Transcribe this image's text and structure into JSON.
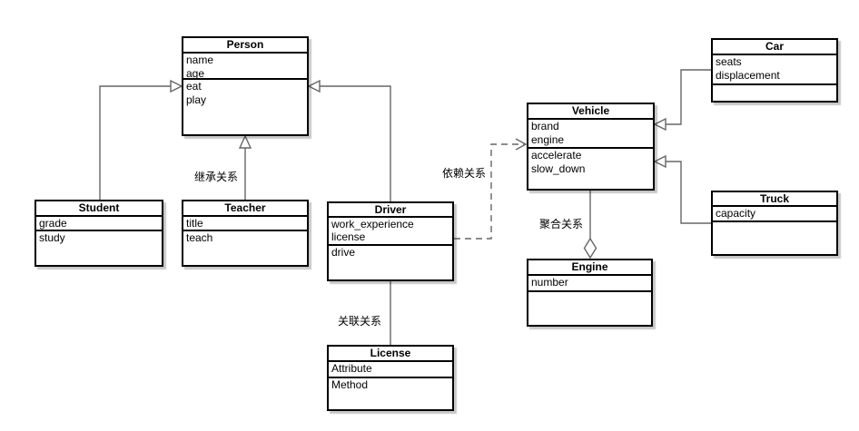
{
  "diagram_type": "uml-class-diagram",
  "classes": {
    "person": {
      "name": "Person",
      "attrs": [
        "name",
        "age"
      ],
      "methods": [
        "eat",
        "play"
      ]
    },
    "student": {
      "name": "Student",
      "attrs": [
        "grade"
      ],
      "methods": [
        "study"
      ]
    },
    "teacher": {
      "name": "Teacher",
      "attrs": [
        "title"
      ],
      "methods": [
        "teach"
      ]
    },
    "driver": {
      "name": "Driver",
      "attrs": [
        "work_experience",
        "license"
      ],
      "methods": [
        "drive"
      ]
    },
    "license": {
      "name": "License",
      "attrs": [
        "Attribute"
      ],
      "methods": [
        "Method"
      ]
    },
    "vehicle": {
      "name": "Vehicle",
      "attrs": [
        "brand",
        "engine"
      ],
      "methods": [
        "accelerate",
        "slow_down"
      ]
    },
    "engine": {
      "name": "Engine",
      "attrs": [
        "number"
      ],
      "methods": []
    },
    "car": {
      "name": "Car",
      "attrs": [
        "seats",
        "displacement"
      ],
      "methods": []
    },
    "truck": {
      "name": "Truck",
      "attrs": [
        "capacity"
      ],
      "methods": []
    }
  },
  "relationship_labels": {
    "inheritance": "继承关系",
    "dependency": "依赖关系",
    "association": "关联关系",
    "aggregation": "聚合关系"
  },
  "edges": [
    {
      "from": "Student",
      "to": "Person",
      "type": "inheritance"
    },
    {
      "from": "Teacher",
      "to": "Person",
      "type": "inheritance",
      "label": "继承关系"
    },
    {
      "from": "Driver",
      "to": "Person",
      "type": "inheritance"
    },
    {
      "from": "Driver",
      "to": "Vehicle",
      "type": "dependency",
      "label": "依赖关系"
    },
    {
      "from": "Driver",
      "to": "License",
      "type": "association",
      "label": "关联关系"
    },
    {
      "from": "Vehicle",
      "to": "Engine",
      "type": "aggregation",
      "label": "聚合关系"
    },
    {
      "from": "Car",
      "to": "Vehicle",
      "type": "inheritance"
    },
    {
      "from": "Truck",
      "to": "Vehicle",
      "type": "inheritance"
    }
  ],
  "colors": {
    "box_border": "#000000",
    "box_fill": "#ffffff",
    "connector": "#666666",
    "label_text": "#000000",
    "background": "#ffffff"
  }
}
